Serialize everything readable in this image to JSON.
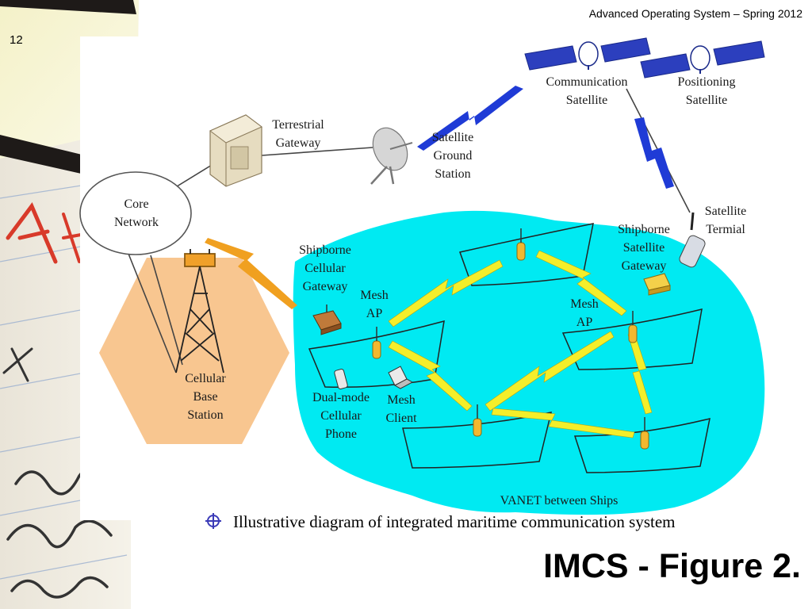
{
  "header": {
    "course": "Advanced Operating System – Spring 2012"
  },
  "page_number": "12",
  "diagram": {
    "labels": {
      "communication_satellite": [
        "Communication",
        "Satellite"
      ],
      "positioning_satellite": [
        "Positioning",
        "Satellite"
      ],
      "terrestrial_gateway": [
        "Terrestrial",
        "Gateway"
      ],
      "satellite_ground_station": [
        "Satellite",
        "Ground",
        "Station"
      ],
      "core_network": [
        "Core",
        "Network"
      ],
      "satellite_terminal": [
        "Satellite",
        "Termial"
      ],
      "shipborne_satellite_gateway": [
        "Shipborne",
        "Satellite",
        "Gateway"
      ],
      "shipborne_cellular_gateway": [
        "Shipborne",
        "Cellular",
        "Gateway"
      ],
      "mesh_ap_left": [
        "Mesh",
        "AP"
      ],
      "mesh_ap_right": [
        "Mesh",
        "AP"
      ],
      "cellular_base_station": [
        "Cellular",
        "Base",
        "Station"
      ],
      "dual_mode_phone": [
        "Dual-mode",
        "Cellular",
        "Phone"
      ],
      "mesh_client": [
        "Mesh",
        "Client"
      ],
      "vanet": [
        "VANET between Ships"
      ]
    },
    "colors": {
      "sea": "#00eaf2",
      "cell_area": "#f8c690",
      "satellite_panel": "#2c3fbe",
      "lightning_blue": "#1f3bd6",
      "lightning_yellow": "#f4ee2a",
      "lightning_orange": "#f0a020",
      "antenna": "#f2b830",
      "gateway_box": "#f0a02a"
    }
  },
  "caption": {
    "text": "Illustrative diagram of integrated maritime communication system",
    "bullet_icon": "crosshair-bullet-icon"
  },
  "title": "IMCS - Figure 2."
}
